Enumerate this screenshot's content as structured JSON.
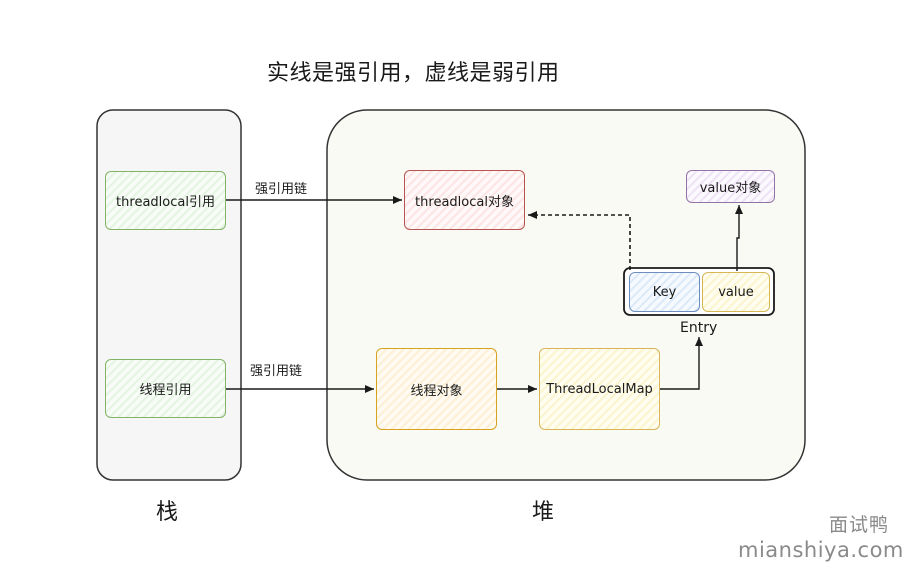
{
  "title": "实线是强引用，虚线是弱引用",
  "regions": {
    "stack_label": "栈",
    "heap_label": "堆"
  },
  "nodes": {
    "threadlocal_ref": "threadlocal引用",
    "thread_ref": "线程引用",
    "threadlocal_obj": "threadlocal对象",
    "value_obj": "value对象",
    "key": "Key",
    "value": "value",
    "entry": "Entry",
    "thread_obj": "线程对象",
    "threadlocalmap": "ThreadLocalMap"
  },
  "edges": {
    "strong_ref_chain_1": "强引用链",
    "strong_ref_chain_2": "强引用链"
  },
  "watermark": {
    "cn": "面试鸭",
    "site": "mianshiya.com"
  },
  "colors": {
    "green": "#82b366",
    "red": "#b85450",
    "purple": "#9673a6",
    "orange": "#d6a21f",
    "blue": "#6c8ebf",
    "yellow": "#d6b656",
    "line": "#1a1a1a"
  }
}
